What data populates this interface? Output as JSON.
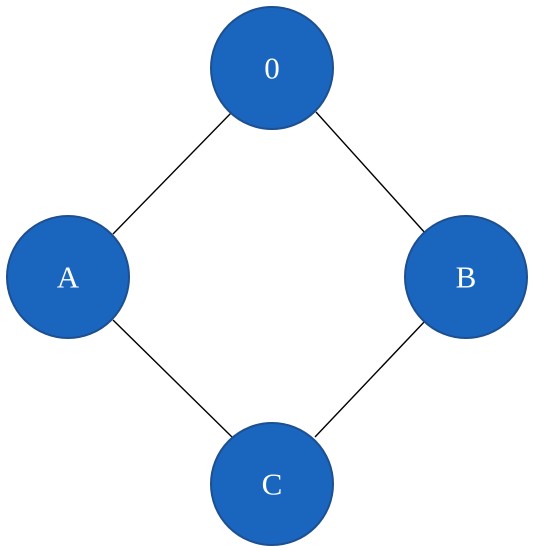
{
  "diagram": {
    "nodes": [
      {
        "id": "0",
        "label": "0"
      },
      {
        "id": "A",
        "label": "A"
      },
      {
        "id": "B",
        "label": "B"
      },
      {
        "id": "C",
        "label": "C"
      }
    ],
    "edges": [
      {
        "from": "0",
        "to": "A"
      },
      {
        "from": "0",
        "to": "B"
      },
      {
        "from": "A",
        "to": "C"
      },
      {
        "from": "B",
        "to": "C"
      }
    ],
    "colors": {
      "node_fill": "#1a66bf",
      "node_stroke": "#1d4f91",
      "edge": "#000000",
      "label": "#ffffff"
    }
  }
}
